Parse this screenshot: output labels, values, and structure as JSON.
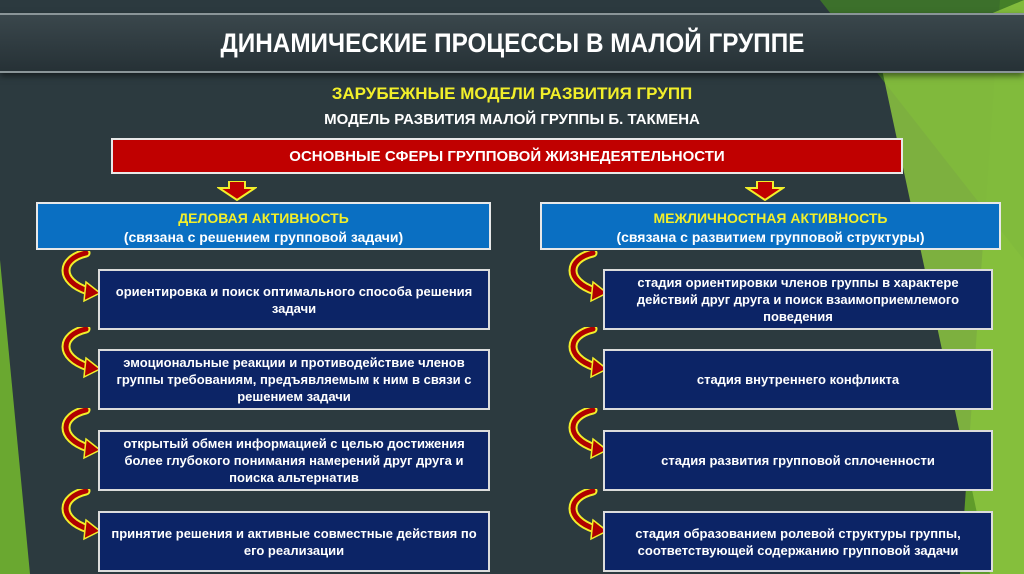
{
  "title": "ДИНАМИЧЕСКИЕ ПРОЦЕССЫ В МАЛОЙ ГРУППЕ",
  "subtitle": "ЗАРУБЕЖНЫЕ МОДЕЛИ РАЗВИТИЯ ГРУПП",
  "model": "МОДЕЛЬ РАЗВИТИЯ МАЛОЙ ГРУППЫ Б. ТАКМЕНА",
  "main_sphere": "ОСНОВНЫЕ СФЕРЫ ГРУППОВОЙ ЖИЗНЕДЕЯТЕЛЬНОСТИ",
  "left": {
    "heading": "ДЕЛОВАЯ АКТИВНОСТЬ",
    "note": "(связана с решением групповой задачи)",
    "stages": [
      "ориентировка и поиск оптимального способа решения задачи",
      "эмоциональные реакции и противодействие членов группы требованиям, предъявляемым к ним в связи с решением задачи",
      "открытый обмен информацией с целью достижения более глубокого понимания намерений друг друга и поиска альтернатив",
      "принятие решения и активные совместные действия по его реализации"
    ]
  },
  "right": {
    "heading": "МЕЖЛИЧНОСТНАЯ АКТИВНОСТЬ",
    "note": "(связана с развитием групповой структуры)",
    "stages": [
      "стадия ориентировки членов группы в характере действий друг друга и поиск взаимоприемлемого поведения",
      "стадия внутреннего конфликта",
      "стадия развития групповой сплоченности",
      "стадия образованием ролевой структуры группы, соответствующей содержанию групповой задачи"
    ]
  },
  "colors": {
    "background": "#2c3a3f",
    "accent_green": "#7fbf2e",
    "red": "#c00000",
    "blue": "#0a6fc2",
    "navy": "#0c2466",
    "yellow": "#f2ef2a"
  }
}
